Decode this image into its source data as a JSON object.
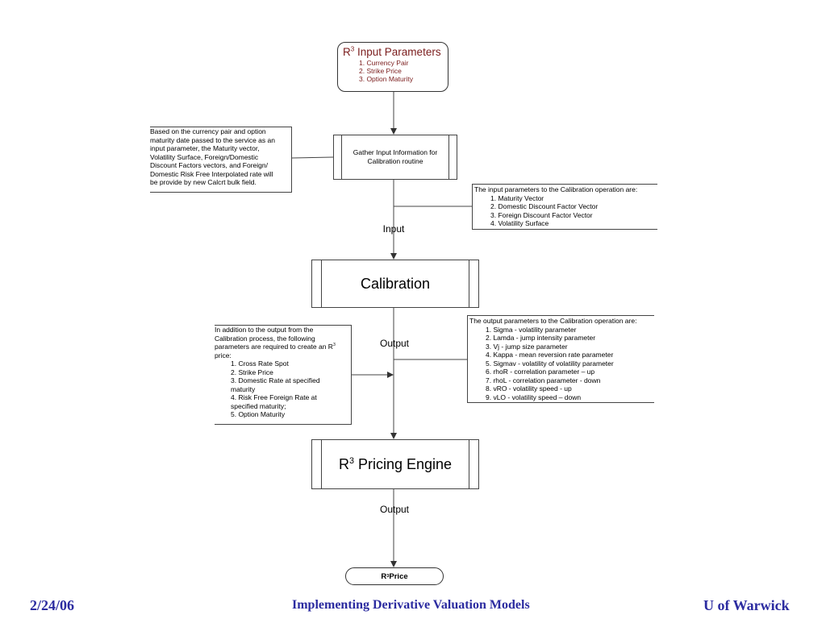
{
  "input_box": {
    "title_prefix": "R",
    "title_sup": "3",
    "title_suffix": " Input Parameters",
    "items": [
      "1. Currency Pair",
      "2. Strike Price",
      "3. Option Maturity"
    ]
  },
  "gather_box": {
    "line1": "Gather Input Information for",
    "line2": "Calibration routine"
  },
  "left_note": {
    "lines": [
      "Based on the currency pair and option",
      "maturity date passed to the service as an",
      "input parameter, the Maturity vector,",
      "Volatility Surface, Foreign/Domestic",
      "Discount Factors vectors, and Foreign/",
      "Domestic Risk Free Interpolated rate  will",
      "be provide by new Calcrt bulk field."
    ]
  },
  "input_note": {
    "heading": "The input parameters to the Calibration operation are:",
    "items": [
      "1. Maturity Vector",
      "2. Domestic Discount Factor Vector",
      "3. Foreign Discount Factor Vector",
      "4. Volatility Surface"
    ]
  },
  "labels": {
    "input": "Input",
    "output1": "Output",
    "output2": "Output"
  },
  "calibration_box": {
    "label": "Calibration"
  },
  "output_note": {
    "heading": "The output parameters to the Calibration operation are:",
    "items": [
      "1. Sigma - volatility parameter",
      "2. Lamda - jump intensity parameter",
      "3. Vj - jump size parameter",
      "4. Kappa - mean reversion rate parameter",
      "5. Sigmav - volatility of volatility parameter",
      "6. rhoR - correlation parameter – up",
      "7. rhoL  - correlation parameter - down",
      "8. vRO  - volatility  speed - up",
      "9. vLO - volatility speed – down"
    ]
  },
  "extra_note": {
    "lines": [
      "In addition to the output from the",
      "Calibration process, the following"
    ],
    "line3_prefix": "parameters are required to create an R",
    "line3_sup": "3",
    "line4": "price:",
    "items": [
      "1. Cross Rate Spot",
      "2. Strike Price",
      "3. Domestic Rate at specified",
      "maturity",
      "4. Risk Free Foreign Rate at",
      "specified maturity;",
      "5. Option Maturity"
    ]
  },
  "engine_box": {
    "prefix": "R",
    "sup": "3",
    "suffix": " Pricing Engine"
  },
  "output_box": {
    "prefix": "R",
    "sup": "3",
    "suffix": " Price"
  },
  "footer": {
    "date": "2/24/06",
    "title": "Implementing Derivative Valuation Models",
    "org": "U of Warwick"
  },
  "colors": {
    "input_text": "#7a1c1c",
    "footer_text": "#2b2ba0",
    "lines": "#444444"
  }
}
